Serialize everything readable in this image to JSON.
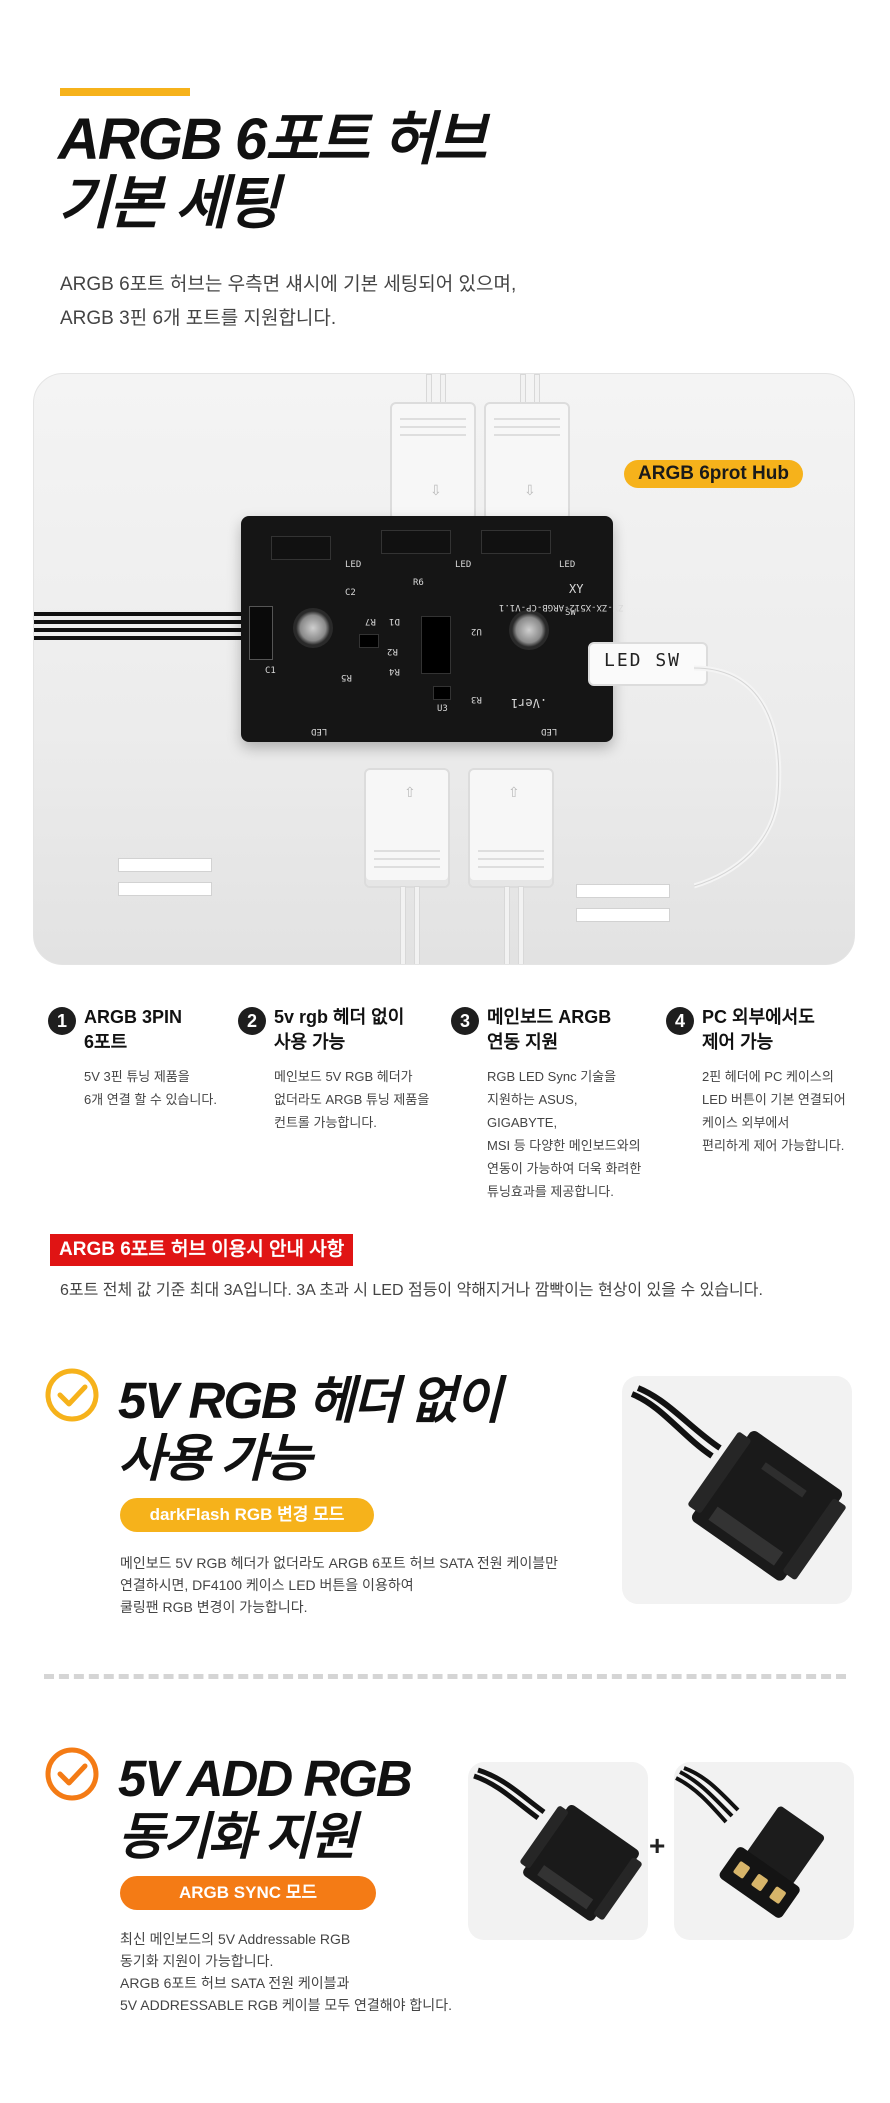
{
  "header": {
    "title_line1": "ARGB 6포트 허브",
    "title_line2": "기본 세팅",
    "desc_line1": "ARGB 6포트 허브는 우측면 섀시에 기본 세팅되어 있으며,",
    "desc_line2": "ARGB 3핀 6개 포트를 지원합니다."
  },
  "photo": {
    "badge": "ARGB 6prot Hub",
    "led_sw_label": "LED SW",
    "pcb_texts": [
      "ZY-ZX-X512-ARGB-CP-V1.1",
      "LED",
      "LED",
      "LED",
      "LED",
      "LED",
      "C2",
      "C1",
      "R7",
      "D1",
      "R2",
      "R4",
      "R5",
      "U2",
      "U3",
      "R3",
      "SW",
      "XY",
      ".Ver1",
      "R6"
    ]
  },
  "features": [
    {
      "num": "1",
      "title": "ARGB 3PIN\n6포트",
      "desc": "5V 3핀 튜닝 제품을\n6개 연결 할 수 있습니다."
    },
    {
      "num": "2",
      "title": "5v rgb 헤더 없이\n사용 가능",
      "desc": "메인보드 5V RGB 헤더가\n없더라도 ARGB 튜닝 제품을\n컨트롤 가능합니다."
    },
    {
      "num": "3",
      "title": "메인보드 ARGB\n연동 지원",
      "desc": "RGB LED Sync 기술을\n지원하는 ASUS, GIGABYTE,\nMSI 등 다양한 메인보드와의\n연동이 가능하여 더욱 화려한\n튜닝효과를 제공합니다."
    },
    {
      "num": "4",
      "title": "PC 외부에서도\n제어 가능",
      "desc": "2핀 헤더에 PC 케이스의\nLED 버튼이 기본 연결되어\n케이스 외부에서\n편리하게 제어 가능합니다."
    }
  ],
  "notice": {
    "tag": "ARGB 6포트 허브 이용시 안내 사항",
    "text": "6포트 전체 값 기준 최대 3A입니다. 3A 초과 시 LED 점등이 약해지거나 깜빡이는 현상이 있을 수 있습니다."
  },
  "section1": {
    "title_line1": "5V RGB 헤더 없이",
    "title_line2": "사용 가능",
    "pill": "darkFlash RGB 변경 모드",
    "desc": "메인보드 5V RGB 헤더가 없더라도 ARGB 6포트 허브 SATA 전원 케이블만\n연결하시면, DF4100 케이스 LED 버튼을 이용하여\n쿨링팬 RGB 변경이 가능합니다."
  },
  "section2": {
    "title_line1": "5V ADD RGB",
    "title_line2": "동기화 지원",
    "pill": "ARGB SYNC 모드",
    "plus": "+",
    "desc": "최신 메인보드의 5V Addressable RGB\n동기화 지원이 가능합니다.\nARGB 6포트 허브 SATA 전원 케이블과\n5V ADDRESSABLE RGB 케이블 모두 연결해야 합니다."
  },
  "colors": {
    "accent_yellow": "#f6b21b",
    "accent_orange": "#f47b15",
    "notice_red": "#e01414"
  },
  "icons": [
    "check-circle-icon",
    "sata-connector-icon",
    "argb-3pin-connector-icon"
  ]
}
